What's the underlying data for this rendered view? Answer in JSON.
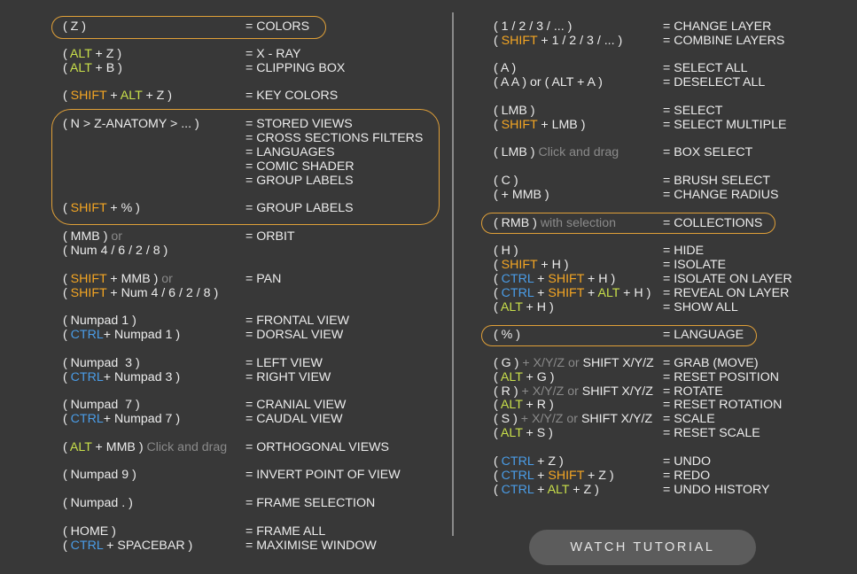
{
  "colors": {
    "background": "#383838",
    "text": "#ececec",
    "modifier_orange": "#f5a623",
    "modifier_yellow": "#c9e04a",
    "modifier_blue": "#4a9de8",
    "muted": "#8a8a8a",
    "box_border": "#e0a038",
    "button_bg": "#5c5c5c"
  },
  "left_column": [
    {
      "keys": [
        {
          "t": "( Z )"
        }
      ],
      "action": "= COLORS"
    },
    {
      "keys": [
        {
          "t": "( "
        },
        {
          "t": "ALT",
          "c": "y"
        },
        {
          "t": " + Z )"
        }
      ],
      "action": "= X - RAY"
    },
    {
      "keys": [
        {
          "t": "( "
        },
        {
          "t": "ALT",
          "c": "y"
        },
        {
          "t": " + B )"
        }
      ],
      "action": "= CLIPPING BOX"
    },
    {
      "keys": [
        {
          "t": "( "
        },
        {
          "t": "SHIFT",
          "c": "o"
        },
        {
          "t": " + "
        },
        {
          "t": "ALT",
          "c": "y"
        },
        {
          "t": " + Z )"
        }
      ],
      "action": "= KEY COLORS"
    },
    {
      "keys": [
        {
          "t": "( N > Z-ANATOMY > ... )"
        }
      ],
      "action": "= STORED VIEWS"
    },
    {
      "keys": [],
      "action": "= CROSS SECTIONS FILTERS"
    },
    {
      "keys": [],
      "action": "= LANGUAGES"
    },
    {
      "keys": [],
      "action": "= COMIC SHADER"
    },
    {
      "keys": [],
      "action": "= GROUP LABELS"
    },
    {
      "keys": [
        {
          "t": "( "
        },
        {
          "t": "SHIFT",
          "c": "o"
        },
        {
          "t": " + % )"
        }
      ],
      "action": "= GROUP LABELS"
    },
    {
      "keys": [
        {
          "t": "( MMB ) "
        },
        {
          "t": "or",
          "c": "m"
        }
      ],
      "action": "= ORBIT"
    },
    {
      "keys": [
        {
          "t": "( Num 4 / 6 / 2 / 8 )"
        }
      ],
      "action": ""
    },
    {
      "keys": [
        {
          "t": "( "
        },
        {
          "t": "SHIFT",
          "c": "o"
        },
        {
          "t": " + MMB ) "
        },
        {
          "t": "or",
          "c": "m"
        }
      ],
      "action": "= PAN"
    },
    {
      "keys": [
        {
          "t": "( "
        },
        {
          "t": "SHIFT",
          "c": "o"
        },
        {
          "t": " + Num 4 / 6 / 2 / 8 )"
        }
      ],
      "action": ""
    },
    {
      "keys": [
        {
          "t": "( Numpad 1 )"
        }
      ],
      "action": "= FRONTAL VIEW"
    },
    {
      "keys": [
        {
          "t": "( "
        },
        {
          "t": "CTRL",
          "c": "b"
        },
        {
          "t": "+ Numpad 1 )"
        }
      ],
      "action": "= DORSAL VIEW"
    },
    {
      "keys": [
        {
          "t": "( Numpad  3 )"
        }
      ],
      "action": "= LEFT VIEW"
    },
    {
      "keys": [
        {
          "t": "( "
        },
        {
          "t": "CTRL",
          "c": "b"
        },
        {
          "t": "+ Numpad 3 )"
        }
      ],
      "action": "= RIGHT VIEW"
    },
    {
      "keys": [
        {
          "t": "( Numpad  7 )"
        }
      ],
      "action": "= CRANIAL VIEW"
    },
    {
      "keys": [
        {
          "t": "( "
        },
        {
          "t": "CTRL",
          "c": "b"
        },
        {
          "t": "+ Numpad 7 )"
        }
      ],
      "action": "= CAUDAL VIEW"
    },
    {
      "keys": [
        {
          "t": "( "
        },
        {
          "t": "ALT",
          "c": "y"
        },
        {
          "t": " + MMB ) "
        },
        {
          "t": "Click and drag",
          "c": "m"
        }
      ],
      "action": "= ORTHOGONAL VIEWS"
    },
    {
      "keys": [
        {
          "t": "( Numpad 9 )"
        }
      ],
      "action": "= INVERT POINT OF VIEW"
    },
    {
      "keys": [
        {
          "t": "( Numpad . )"
        }
      ],
      "action": "= FRAME SELECTION"
    },
    {
      "keys": [
        {
          "t": "( HOME )"
        }
      ],
      "action": "= FRAME ALL"
    },
    {
      "keys": [
        {
          "t": "( "
        },
        {
          "t": "CTRL",
          "c": "b"
        },
        {
          "t": " + SPACEBAR )"
        }
      ],
      "action": "= MAXIMISE WINDOW"
    }
  ],
  "right_column": [
    {
      "keys": [
        {
          "t": "( 1 / 2 / 3 / ... )"
        }
      ],
      "action": "= CHANGE LAYER"
    },
    {
      "keys": [
        {
          "t": "( "
        },
        {
          "t": "SHIFT",
          "c": "o"
        },
        {
          "t": " + 1 / 2 / 3 / ... )"
        }
      ],
      "action": "= COMBINE LAYERS"
    },
    {
      "keys": [
        {
          "t": "( A )"
        }
      ],
      "action": "= SELECT ALL"
    },
    {
      "keys": [
        {
          "t": "( A A ) or ( ALT + A )"
        }
      ],
      "action": "= DESELECT ALL"
    },
    {
      "keys": [
        {
          "t": "( LMB )"
        }
      ],
      "action": "= SELECT"
    },
    {
      "keys": [
        {
          "t": "( "
        },
        {
          "t": "SHIFT",
          "c": "o"
        },
        {
          "t": " + LMB )"
        }
      ],
      "action": "= SELECT MULTIPLE"
    },
    {
      "keys": [
        {
          "t": "( LMB ) "
        },
        {
          "t": "Click and drag",
          "c": "m"
        }
      ],
      "action": "= BOX SELECT"
    },
    {
      "keys": [
        {
          "t": "( C )"
        }
      ],
      "action": "= BRUSH SELECT"
    },
    {
      "keys": [
        {
          "t": "( + MMB )"
        }
      ],
      "action": "= CHANGE RADIUS"
    },
    {
      "keys": [
        {
          "t": "( RMB ) "
        },
        {
          "t": "with selection",
          "c": "m"
        }
      ],
      "action": "= COLLECTIONS"
    },
    {
      "keys": [
        {
          "t": "( H )"
        }
      ],
      "action": "= HIDE"
    },
    {
      "keys": [
        {
          "t": "( "
        },
        {
          "t": "SHIFT",
          "c": "o"
        },
        {
          "t": " + H )"
        }
      ],
      "action": "= ISOLATE"
    },
    {
      "keys": [
        {
          "t": "( "
        },
        {
          "t": "CTRL",
          "c": "b"
        },
        {
          "t": " + "
        },
        {
          "t": "SHIFT",
          "c": "o"
        },
        {
          "t": " + H )"
        }
      ],
      "action": "= ISOLATE ON LAYER"
    },
    {
      "keys": [
        {
          "t": "( "
        },
        {
          "t": "CTRL",
          "c": "b"
        },
        {
          "t": " + "
        },
        {
          "t": "SHIFT",
          "c": "o"
        },
        {
          "t": " + "
        },
        {
          "t": "ALT",
          "c": "y"
        },
        {
          "t": " + H )"
        }
      ],
      "action": "= REVEAL ON LAYER"
    },
    {
      "keys": [
        {
          "t": "( "
        },
        {
          "t": "ALT",
          "c": "y"
        },
        {
          "t": " + H )"
        }
      ],
      "action": "= SHOW ALL"
    },
    {
      "keys": [
        {
          "t": "( % )"
        }
      ],
      "action": "= LANGUAGE"
    },
    {
      "keys": [
        {
          "t": "( G ) "
        },
        {
          "t": "+ X/Y/Z ",
          "c": "m"
        },
        {
          "t": "or",
          "c": "m"
        },
        {
          "t": " SHIFT X/Y/Z"
        }
      ],
      "action": "= GRAB (MOVE)"
    },
    {
      "keys": [
        {
          "t": "( "
        },
        {
          "t": "ALT",
          "c": "y"
        },
        {
          "t": " + G )"
        }
      ],
      "action": "= RESET POSITION"
    },
    {
      "keys": [
        {
          "t": "( R ) "
        },
        {
          "t": "+ X/Y/Z ",
          "c": "m"
        },
        {
          "t": "or",
          "c": "m"
        },
        {
          "t": " SHIFT X/Y/Z"
        }
      ],
      "action": "= ROTATE"
    },
    {
      "keys": [
        {
          "t": "( "
        },
        {
          "t": "ALT",
          "c": "y"
        },
        {
          "t": " + R )"
        }
      ],
      "action": "= RESET ROTATION"
    },
    {
      "keys": [
        {
          "t": "( S ) "
        },
        {
          "t": "+ X/Y/Z ",
          "c": "m"
        },
        {
          "t": "or",
          "c": "m"
        },
        {
          "t": " SHIFT X/Y/Z"
        }
      ],
      "action": "= SCALE"
    },
    {
      "keys": [
        {
          "t": "( "
        },
        {
          "t": "ALT",
          "c": "y"
        },
        {
          "t": " + S )"
        }
      ],
      "action": "= RESET SCALE"
    },
    {
      "keys": [
        {
          "t": "( "
        },
        {
          "t": "CTRL",
          "c": "b"
        },
        {
          "t": " + Z )"
        }
      ],
      "action": "= UNDO"
    },
    {
      "keys": [
        {
          "t": "( "
        },
        {
          "t": "CTRL",
          "c": "b"
        },
        {
          "t": " + "
        },
        {
          "t": "SHIFT",
          "c": "o"
        },
        {
          "t": " + Z )"
        }
      ],
      "action": "= REDO"
    },
    {
      "keys": [
        {
          "t": "( "
        },
        {
          "t": "CTRL",
          "c": "b"
        },
        {
          "t": " + "
        },
        {
          "t": "ALT",
          "c": "y"
        },
        {
          "t": " + Z )"
        }
      ],
      "action": "= UNDO HISTORY"
    }
  ],
  "tutorial_button": {
    "label": "WATCH TUTORIAL"
  }
}
